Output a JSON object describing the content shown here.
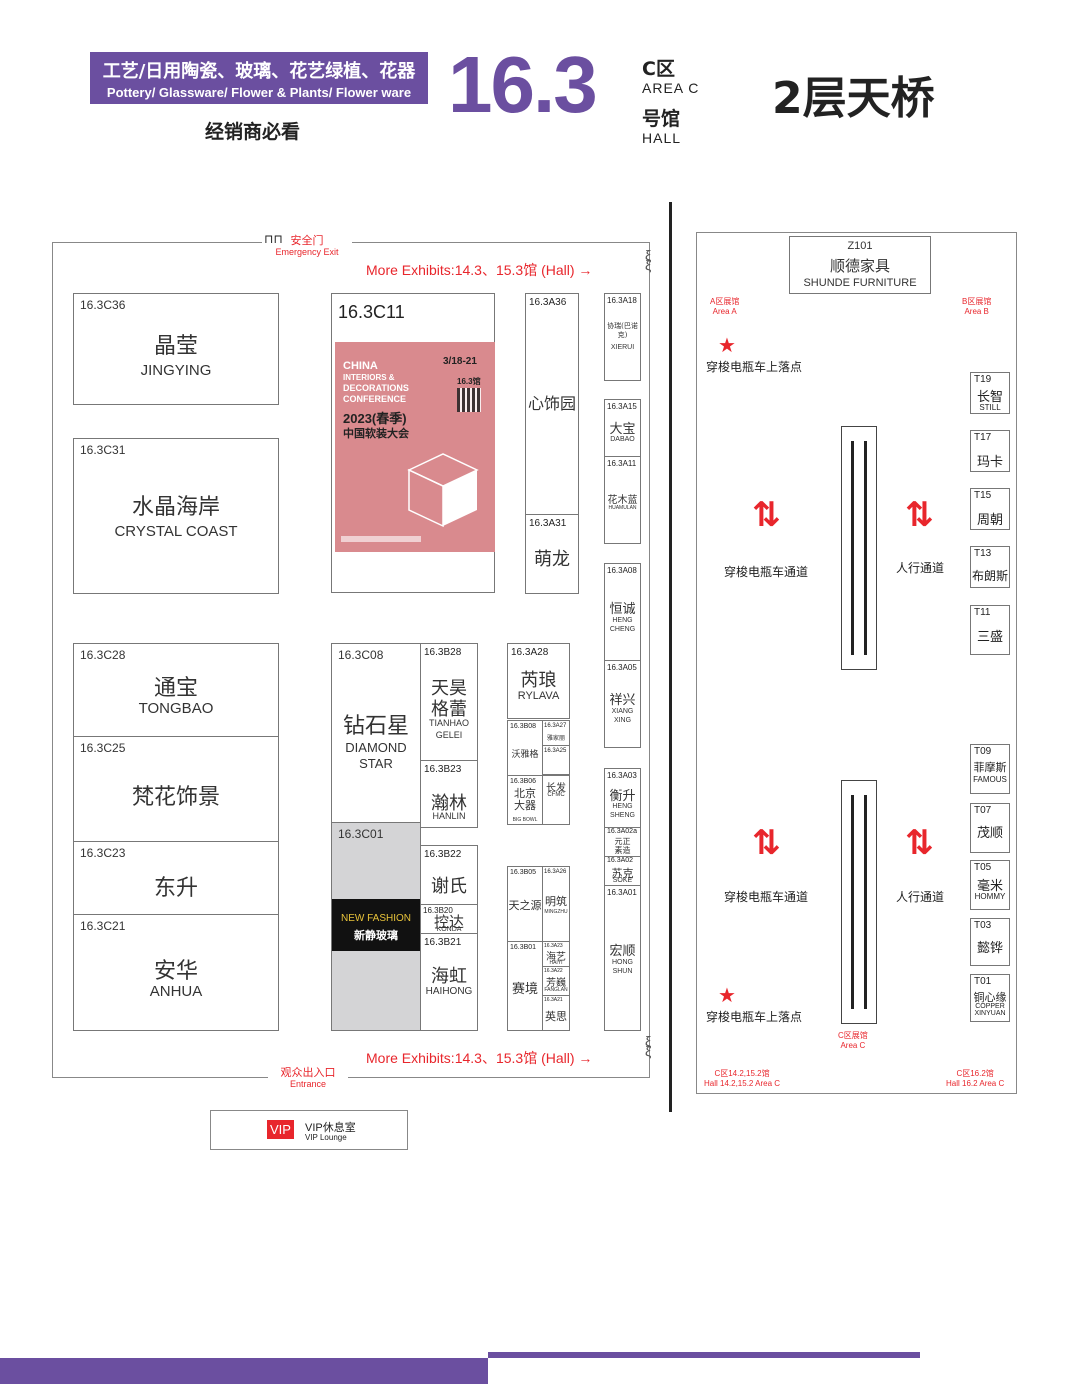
{
  "header": {
    "category_cn": "工艺/日用陶瓷、玻璃、花艺绿植、花器",
    "category_en": "Pottery/ Glassware/ Flower & Plants/ Flower ware",
    "dealer_note": "经销商必看",
    "hall_number": "16.3",
    "area_cn": "C区",
    "area_en": "AREA C",
    "hall_cn": "号馆",
    "hall_en": "HALL",
    "bridge": "2层天桥"
  },
  "exits": {
    "emergency_cn": "安全门",
    "emergency_en": "Emergency Exit",
    "entrance_cn": "观众出入口",
    "entrance_en": "Entrance",
    "more_exhibits_top": "More Exhibits:14.3、15.3馆 (Hall) →",
    "more_exhibits_bottom": "More Exhibits:14.3、15.3馆 (Hall) →"
  },
  "vip": {
    "badge": "VIP",
    "cn": "VIP休息室",
    "en": "VIP Lounge"
  },
  "booths_left": [
    {
      "code": "16.3C36",
      "cn": "晶莹",
      "en": "JINGYING"
    },
    {
      "code": "16.3C31",
      "cn": "水晶海岸",
      "en": "CRYSTAL COAST"
    },
    {
      "code": "16.3C28",
      "cn": "通宝",
      "en": "TONGBAO"
    },
    {
      "code": "16.3C25",
      "cn": "梵花饰景",
      "en": ""
    },
    {
      "code": "16.3C23",
      "cn": "东升",
      "en": ""
    },
    {
      "code": "16.3C21",
      "cn": "安华",
      "en": "ANHUA"
    }
  ],
  "c11": {
    "code": "16.3C11",
    "poster": {
      "l1": "CHINA",
      "l2": "INTERIORS &",
      "l3": "DECORATIONS",
      "l4": "CONFERENCE",
      "year": "2023(春季)",
      "title_cn": "中国软装大会",
      "date": "3/18-21",
      "hall": "16.3馆"
    }
  },
  "c08": {
    "code": "16.3C08",
    "cn": "钻石星",
    "en1": "DIAMOND",
    "en2": "STAR"
  },
  "c01": {
    "code": "16.3C01",
    "en": "NEW  FASHION",
    "cn": "新静玻璃"
  },
  "b_col": [
    {
      "code": "16.3B28",
      "cn1": "天昊",
      "cn2": "格蕾",
      "en1": "TIANHAO",
      "en2": "GELEI"
    },
    {
      "code": "16.3B23",
      "cn1": "瀚林",
      "en1": "HANLIN"
    },
    {
      "code": "16.3B22",
      "cn1": "谢氏"
    },
    {
      "code": "16.3B20",
      "cn1": "控达",
      "en1": "KONDA"
    },
    {
      "code": "16.3B21",
      "cn1": "海虹",
      "en1": "HAIHONG"
    }
  ],
  "a36": {
    "code": "16.3A36",
    "cn": "心饰园"
  },
  "a31": {
    "code": "16.3A31",
    "cn": "萌龙"
  },
  "a28": {
    "code": "16.3A28",
    "cn": "芮琅",
    "en": "RYLAVA"
  },
  "small_mid": [
    {
      "code": "16.3B08",
      "cn": "沃雅格"
    },
    {
      "code": "16.3A27",
      "cn": "雅家丽"
    },
    {
      "code": "16.3A25",
      "cn": ""
    },
    {
      "code": "16.3B06",
      "cn": "北京大器",
      "en": "BIG BOWL"
    },
    {
      "code": "",
      "cn": "长发",
      "en": "CFMC"
    },
    {
      "code": "16.3B05",
      "cn": "天之源"
    },
    {
      "code": "16.3A26",
      "cn": "明筑",
      "en": "MINGZHU"
    },
    {
      "code": "16.3B01",
      "cn": "赛境"
    },
    {
      "code": "16.3A23",
      "cn": "海艺",
      "en": "HAIYI"
    },
    {
      "code": "16.3A22",
      "cn": "芳巍",
      "en": "FANGLAN"
    },
    {
      "code": "16.3A21",
      "cn": "英思"
    }
  ],
  "a_col": [
    {
      "code": "16.3A18",
      "cn": "协瑞(巴诺克)",
      "en": "XIERUI"
    },
    {
      "code": "16.3A15",
      "cn": "大宝",
      "en": "DABAO"
    },
    {
      "code": "16.3A11",
      "cn": "花木蓝",
      "en": "HUAMULAN"
    },
    {
      "code": "16.3A08",
      "cn": "恒诚",
      "en": "HENG CHENG"
    },
    {
      "code": "16.3A05",
      "cn": "祥兴",
      "en": "XIANG XING"
    },
    {
      "code": "16.3A03",
      "cn": "衡升",
      "en": "HENG SHENG"
    },
    {
      "code": "16.3A02a",
      "cn": "元正素造"
    },
    {
      "code": "16.3A02",
      "cn": "苏克",
      "en": "SOKE"
    },
    {
      "code": "16.3A01",
      "cn": "宏顺",
      "en": "HONG SHUN"
    }
  ],
  "right_panel": {
    "z101_code": "Z101",
    "z101_cn": "顺德家具",
    "z101_en": "SHUNDE FURNITURE",
    "area_a_cn": "A区展馆",
    "area_a_en": "Area A",
    "area_b_cn": "B区展馆",
    "area_b_en": "Area B",
    "dropoff": "穿梭电瓶车上落点",
    "shuttle_lane": "穿梭电瓶车通道",
    "walkway": "人行通道",
    "area_c_cn": "C区展馆",
    "area_c_en": "Area C",
    "bottom_left_cn": "C区14.2,15.2馆",
    "bottom_left_en": "Hall 14.2,15.2 Area C",
    "bottom_right_cn": "C区16.2馆",
    "bottom_right_en": "Hall 16.2 Area C",
    "t_booths": [
      {
        "code": "T19",
        "cn": "长智",
        "en": "STILL"
      },
      {
        "code": "T17",
        "cn": "玛卡",
        "en": ""
      },
      {
        "code": "T15",
        "cn": "周朝",
        "en": ""
      },
      {
        "code": "T13",
        "cn": "布朗斯",
        "en": ""
      },
      {
        "code": "T11",
        "cn": "三盛",
        "en": ""
      },
      {
        "code": "T09",
        "cn": "菲摩斯",
        "en": "FAMOUS"
      },
      {
        "code": "T07",
        "cn": "茂顺",
        "en": ""
      },
      {
        "code": "T05",
        "cn": "毫米",
        "en": "HOMMY"
      },
      {
        "code": "T03",
        "cn": "懿铧",
        "en": ""
      },
      {
        "code": "T01",
        "cn": "铜心缘",
        "en": "COPPER XINYUAN"
      }
    ]
  },
  "colors": {
    "purple": "#6b4fa0",
    "red": "#e8262c",
    "poster_pink": "#d98a8e"
  }
}
